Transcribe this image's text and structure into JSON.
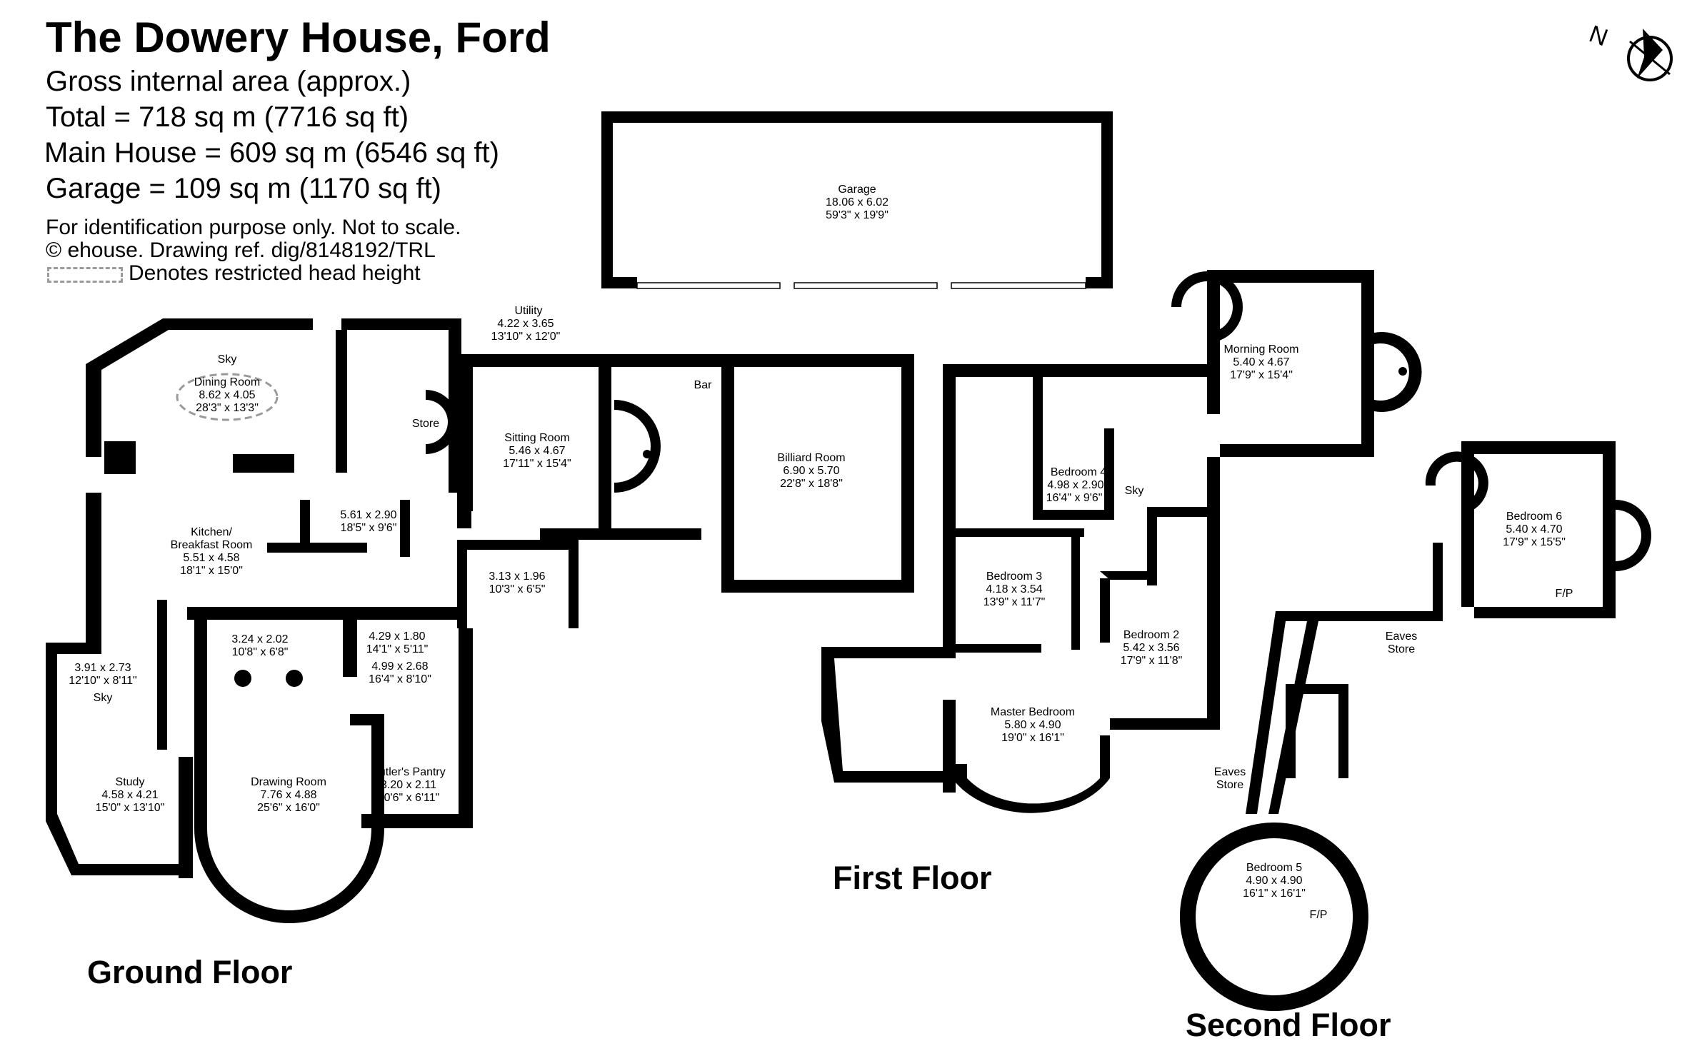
{
  "header": {
    "title": "The Dowery House, Ford",
    "subtitle": "Gross internal area (approx.)",
    "areas": [
      "Total = 718 sq m (7716 sq ft)",
      "Main House = 609 sq m (6546 sq ft)",
      "Garage = 109 sq m (1170 sq ft)"
    ],
    "disclaimer": "For identification purpose only. Not to scale.",
    "copyright": "© ehouse. Drawing ref. dig/8148192/TRL",
    "legend": "Denotes restricted head height"
  },
  "floors": {
    "ground": "Ground Floor",
    "first": "First Floor",
    "second": "Second Floor"
  },
  "rooms": {
    "garage": {
      "name": "Garage",
      "metric": "18.06 x 6.02",
      "imperial": "59'3\" x 19'9\""
    },
    "utility": {
      "name": "Utility",
      "metric": "4.22 x 3.65",
      "imperial": "13'10\" x 12'0\""
    },
    "dining": {
      "sky": "Sky",
      "name": "Dining Room",
      "metric": "8.62 x 4.05",
      "imperial": "28'3\" x 13'3\""
    },
    "store": {
      "name": "Store"
    },
    "sitting": {
      "name": "Sitting Room",
      "metric": "5.46 x 4.67",
      "imperial": "17'11\" x 15'4\""
    },
    "bar": {
      "name": "Bar"
    },
    "billiard": {
      "name": "Billiard Room",
      "metric": "6.90 x 5.70",
      "imperial": "22'8\" x 18'8\""
    },
    "hall": {
      "metric": "5.61 x 2.90",
      "imperial": "18'5\" x 9'6\""
    },
    "kitchen": {
      "name": "Kitchen/",
      "name2": "Breakfast Room",
      "metric": "5.51 x 4.58",
      "imperial": "18'1\" x 15'0\""
    },
    "lobby": {
      "metric": "3.13 x 1.96",
      "imperial": "10'3\" x 6'5\""
    },
    "inner_hall": {
      "metric": "3.24 x 2.02",
      "imperial": "10'8\" x 6'8\""
    },
    "passage": {
      "metric": "4.29 x 1.80",
      "imperial": "14'1\" x 5'11\""
    },
    "back_hall": {
      "metric": "4.99 x 2.68",
      "imperial": "16'4\" x 8'10\""
    },
    "study_lobby": {
      "metric": "3.91 x 2.73",
      "imperial": "12'10\" x 8'11\"",
      "sky": "Sky"
    },
    "study": {
      "name": "Study",
      "metric": "4.58 x 4.21",
      "imperial": "15'0\" x 13'10\""
    },
    "drawing": {
      "name": "Drawing Room",
      "metric": "7.76 x 4.88",
      "imperial": "25'6\" x 16'0\""
    },
    "pantry": {
      "name": "Butler's Pantry",
      "metric": "3.20 x 2.11",
      "imperial": "10'6\" x 6'11\""
    },
    "morning": {
      "name": "Morning Room",
      "metric": "5.40 x 4.67",
      "imperial": "17'9\" x 15'4\""
    },
    "bed4": {
      "name": "Bedroom 4",
      "metric": "4.98 x 2.90",
      "imperial": "16'4\" x 9'6\""
    },
    "sky_first": {
      "name": "Sky"
    },
    "bed3": {
      "name": "Bedroom 3",
      "metric": "4.18 x 3.54",
      "imperial": "13'9\" x 11'7\""
    },
    "bed2": {
      "name": "Bedroom 2",
      "metric": "5.42 x 3.56",
      "imperial": "17'9\" x 11'8\""
    },
    "master": {
      "name": "Master Bedroom",
      "metric": "5.80 x 4.90",
      "imperial": "19'0\" x 16'1\""
    },
    "bed6": {
      "name": "Bedroom 6",
      "metric": "5.40 x 4.70",
      "imperial": "17'9\" x 15'5\"",
      "fp": "F/P"
    },
    "eaves1": {
      "name": "Eaves",
      "name2": "Store"
    },
    "eaves2": {
      "name": "Eaves",
      "name2": "Store"
    },
    "bed5": {
      "name": "Bedroom 5",
      "metric": "4.90 x 4.90",
      "imperial": "16'1\" x 16'1\"",
      "fp": "F/P"
    }
  },
  "compass": {
    "label": "N"
  }
}
